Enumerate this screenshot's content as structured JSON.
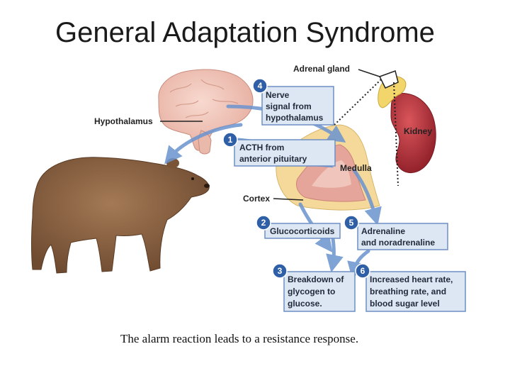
{
  "title": "General Adaptation Syndrome",
  "caption": "The alarm reaction leads to a resistance response.",
  "labels": {
    "adrenal_gland": "Adrenal gland",
    "hypothalamus": "Hypothalamus",
    "kidney": "Kidney",
    "medulla": "Medulla",
    "cortex": "Cortex"
  },
  "steps": [
    {
      "number": "1",
      "lines": [
        "ACTH from",
        "anterior pituitary"
      ]
    },
    {
      "number": "2",
      "lines": [
        "Glucocorticoids"
      ]
    },
    {
      "number": "3",
      "lines": [
        "Breakdown of",
        "glycogen to",
        "glucose."
      ]
    },
    {
      "number": "4",
      "lines": [
        "Nerve",
        "signal from",
        "hypothalamus"
      ]
    },
    {
      "number": "5",
      "lines": [
        "Adrenaline",
        "and noradrenaline"
      ]
    },
    {
      "number": "6",
      "lines": [
        "Increased heart rate,",
        "breathing rate, and",
        "blood sugar level"
      ]
    }
  ],
  "colors": {
    "box_fill": "#dde6f3",
    "box_stroke": "#6d8fc4",
    "badge": "#2f5fa7",
    "arrow": "#6b94cf",
    "bear": "#8a6242",
    "brain": "#f0c2b4",
    "kidney": "#b4333a",
    "adrenal": "#f2d56b",
    "gland_outer": "#f5d99a",
    "medulla": "#e6a59a"
  }
}
